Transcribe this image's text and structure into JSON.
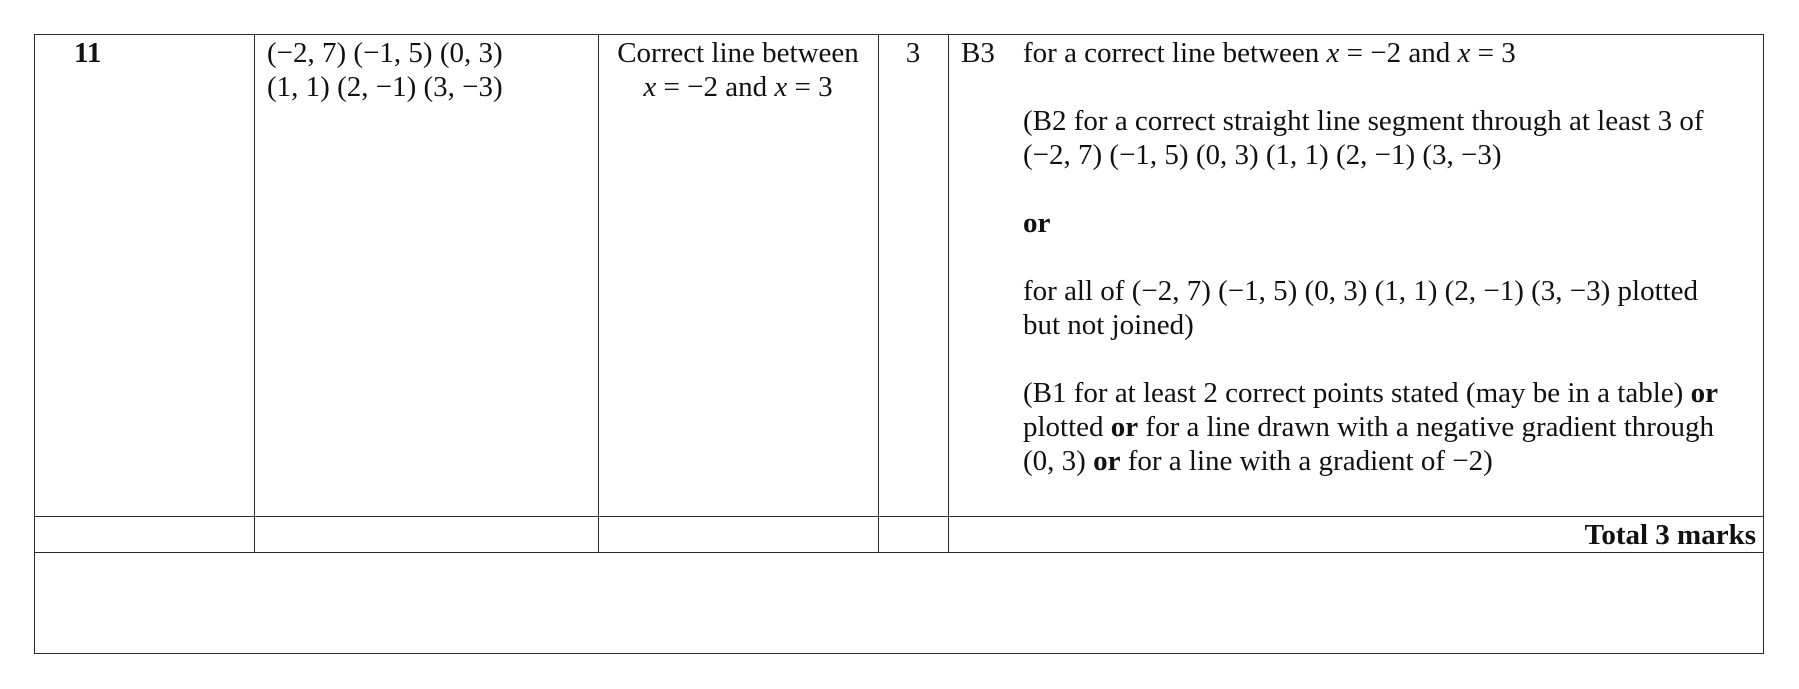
{
  "question": {
    "number": "11",
    "working": {
      "line1": "(−2, 7) (−1, 5) (0, 3)",
      "line2": "(1, 1) (2, −1) (3, −3)"
    },
    "answer": {
      "line1": "Correct line between",
      "x1": "x",
      "mid": " = −2 and ",
      "x2": "x",
      "end": " = 3"
    },
    "mark": "3",
    "code": "B3",
    "notes": {
      "b3_prefix": "for a correct line between ",
      "b3_x1": "x",
      "b3_mid": " = −2 and ",
      "b3_x2": "x",
      "b3_end": " = 3",
      "b2_line1": "(B2 for a correct straight line segment through at least 3 of",
      "b2_line2": "(−2, 7) (−1, 5) (0, 3) (1, 1) (2, −1) (3, −3)",
      "or": "or",
      "all_line1": "for all of (−2, 7) (−1, 5) (0, 3) (1, 1) (2, −1) (3, −3) plotted",
      "all_line2": "but not joined)",
      "b1_part1": "(B1 for at least 2 correct points stated (may be in a table) ",
      "b1_or1": "or",
      "b1_part2": "plotted ",
      "b1_or2": "or",
      "b1_part3": " for a line drawn with a negative gradient through",
      "b1_part4": "(0, 3) ",
      "b1_or3": "or",
      "b1_part5": " for a line with a gradient of −2)"
    },
    "total": "Total 3 marks"
  }
}
